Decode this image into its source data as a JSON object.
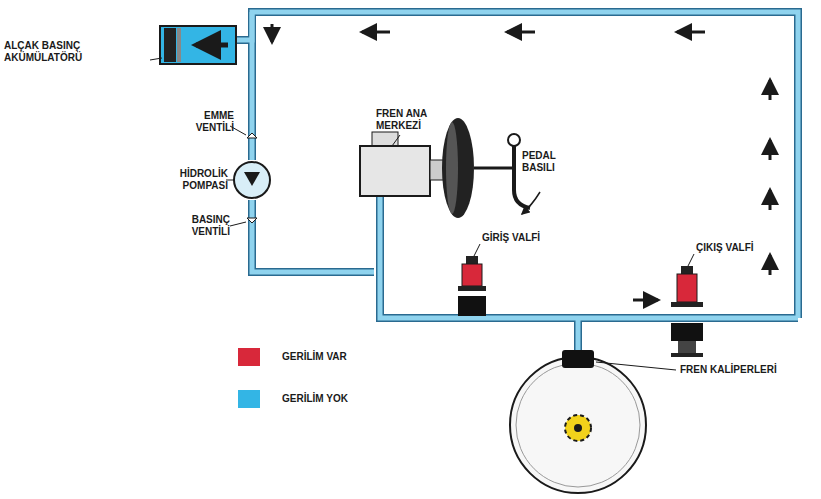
{
  "diagram": {
    "labels": [
      "ALÇAK BASINÇ AKÜMÜLATÖRÜ",
      "EMME VENTİLİ",
      "HİDROLİK POMPASI",
      "BASINÇ VENTİLİ",
      "FREN ANA MERKEZİ",
      "PEDAL BASILI",
      "GİRİŞ VALFİ",
      "ÇIKIŞ VALFİ",
      "FREN KALİPERLERİ"
    ],
    "legend": [
      {
        "text": "GERİLİM VAR",
        "color": "#d8283a"
      },
      {
        "text": "GERİLİM YOK",
        "color": "#33b5e5"
      }
    ]
  }
}
